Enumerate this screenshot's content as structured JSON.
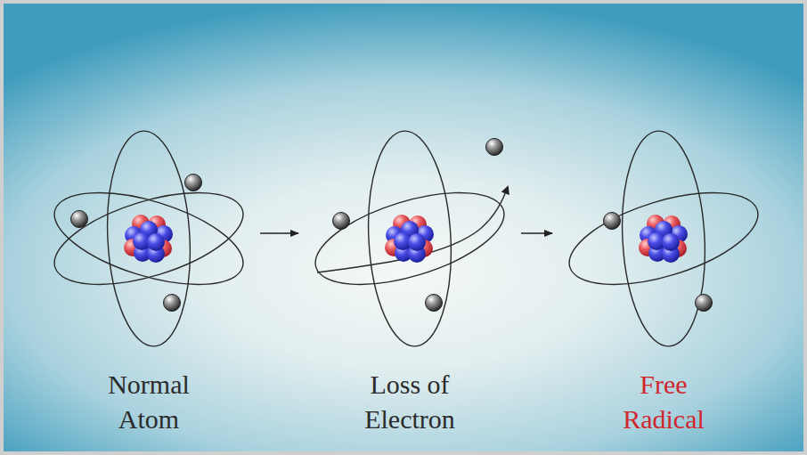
{
  "diagram": {
    "nodes": [
      {
        "text": [
          "Normal Atom"
        ]
      },
      {
        "text": [
          "Loss of Electron"
        ]
      },
      {
        "text": [
          "Free Radical"
        ]
      }
    ],
    "edges": [
      {
        "from": 0,
        "to": 1,
        "arrow": "to"
      },
      {
        "from": 1,
        "to": 2,
        "arrow": "to"
      }
    ]
  }
}
